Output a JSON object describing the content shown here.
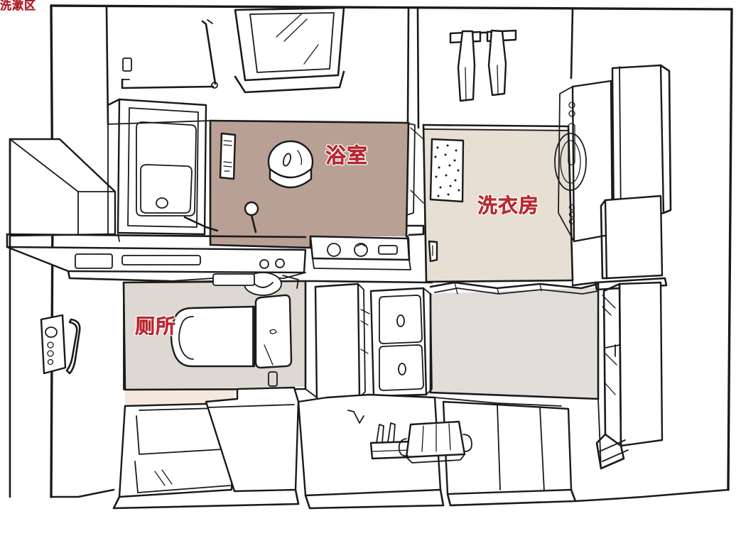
{
  "image": {
    "kind": "hand-drawn-isometric-floor-plan",
    "subject": "dry-wet separated bathroom layout sketch",
    "background_color": "#ffffff",
    "line_color": "#1a1a1a"
  },
  "rooms": [
    {
      "id": "bathroom",
      "label": "浴室",
      "label_color": "#d6353f",
      "floor_color": "#b9a094",
      "fixtures": [
        "bathtub",
        "floor-drain",
        "shower-rail",
        "wall-control-panel",
        "window"
      ]
    },
    {
      "id": "laundry",
      "label": "洗衣房",
      "label_color": "#d6353f",
      "floor_color": "#e7dfd4",
      "fixtures": [
        "washing-machine",
        "hanging-clothes",
        "wall-notice-board",
        "door-handle",
        "upper-cabinet"
      ]
    },
    {
      "id": "toilet",
      "label": "厕所",
      "label_color": "#d6353f",
      "floor_color": "#ddd9d2",
      "fixtures": [
        "toilet",
        "toilet-tank",
        "sliding-glass-door",
        "toilet-paper-holder",
        "counter-shelf"
      ]
    },
    {
      "id": "washing-area",
      "label": "洗漱区",
      "label_color": "#d6353f",
      "floor_color": "#e1ddd9",
      "fixtures": [
        "double-basin-sink",
        "mirror-cabinet",
        "towel-bar",
        "wash-basins-on-floor"
      ]
    }
  ],
  "objects": [
    {
      "name": "bathtub",
      "description": "rectangular tub with drain"
    },
    {
      "name": "floor-drain",
      "description": "round drain in bathroom floor"
    },
    {
      "name": "washing-machine",
      "description": "front loading drum machine with control buttons"
    },
    {
      "name": "toilet",
      "description": "top-down western toilet with cistern"
    },
    {
      "name": "double-basin-sink",
      "description": "two square wash basins with drains"
    },
    {
      "name": "hanging-clothes",
      "description": "two garments on a hanging rod"
    },
    {
      "name": "mirror-cabinet",
      "description": "tall mirrored door with reflection hatching"
    },
    {
      "name": "sliding-glass-door",
      "description": "sliding glass panels at room entry"
    },
    {
      "name": "wash-basin-large",
      "description": "plastic wash tub with ridges on floor"
    },
    {
      "name": "wash-basin-small",
      "description": "small basin with brush on floor"
    },
    {
      "name": "slippers",
      "description": "pair of bathroom slippers"
    },
    {
      "name": "wall-control-panel",
      "description": "wall panel with buttons"
    },
    {
      "name": "window",
      "description": "window with light reflection lines"
    }
  ],
  "palette": {
    "bathroom_floor": "#b9a094",
    "laundry_floor": "#e7dfd4",
    "toilet_floor": "#ddd9d2",
    "wash_floor": "#e1ddd9",
    "accent_red": "#d6353f",
    "ink": "#1a1a1a",
    "paper": "#ffffff",
    "blush": "#f6e7de"
  }
}
